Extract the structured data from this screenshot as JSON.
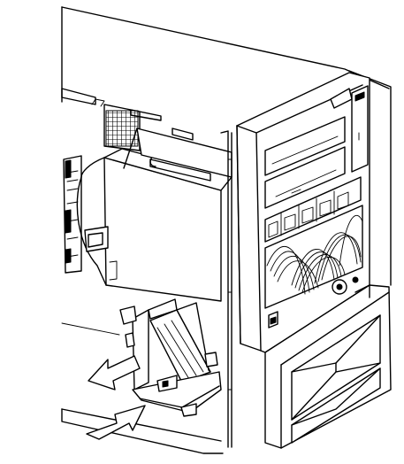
{
  "illustration": {
    "arrows": [
      {
        "direction": "out",
        "meaning": "slide-left"
      },
      {
        "direction": "in",
        "meaning": "push-right"
      }
    ],
    "colors": {
      "line": "#000000",
      "paper": "#ffffff"
    }
  }
}
